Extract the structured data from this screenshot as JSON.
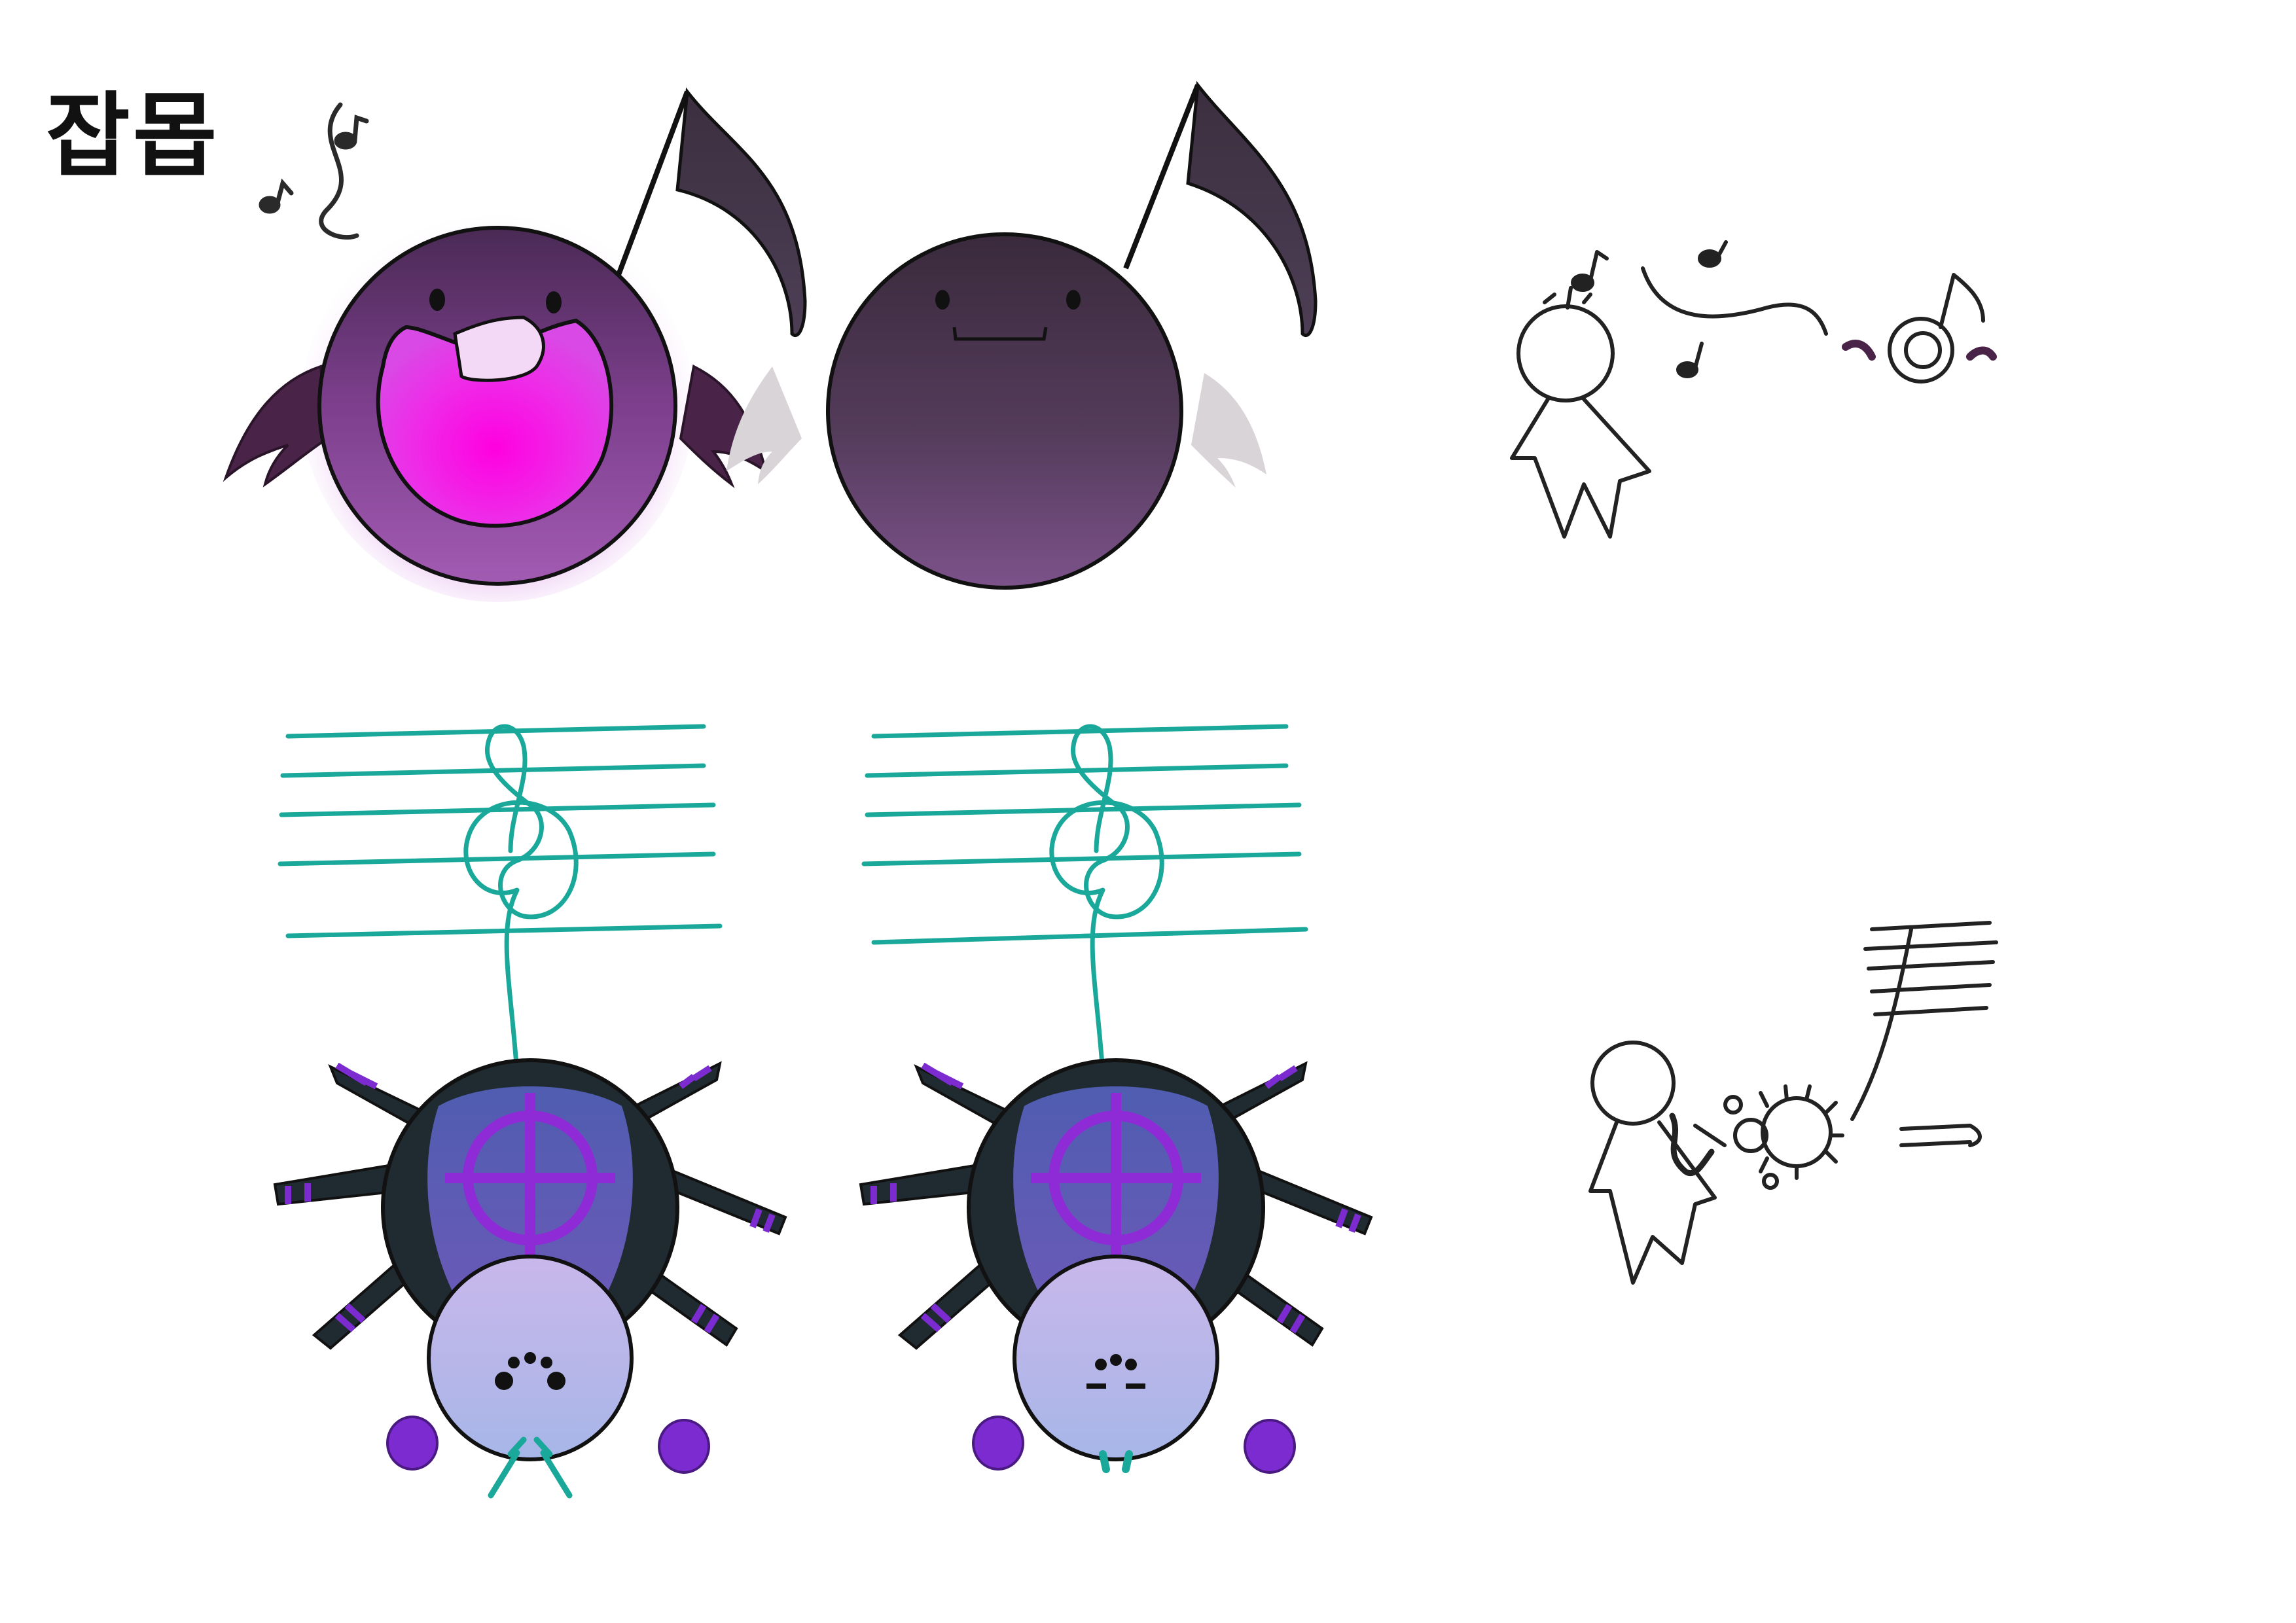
{
  "sheet": {
    "title": "잡몹",
    "background": "#ffffff"
  },
  "palette": {
    "note_body_dark": "#3d2d3e",
    "note_body_light": "#7a4f86",
    "glow_magenta": "#ff00e6",
    "wing_dark": "#4a2448",
    "wing_ghost": "#d9d4d8",
    "web_cyan": "#1aa89a",
    "spider_body_dark": "#1f2b31",
    "spider_abdomen_blue": "#5b68b6",
    "spider_mark_purple": "#8e2bd6",
    "spider_head_lavender": "#bdb0e6",
    "spider_feet_purple": "#7b2bd0",
    "sketch_ink": "#222222"
  },
  "figures": [
    {
      "id": "music-note-mob-attack",
      "icon": "singing-note-icon",
      "state": "mouth open, glowing"
    },
    {
      "id": "music-note-mob-idle",
      "icon": "idle-note-icon",
      "state": "mouth closed"
    },
    {
      "id": "note-attack-sketch",
      "icon": "sketch-icon"
    },
    {
      "id": "spider-mob-active",
      "icon": "spider-icon",
      "state": "fangs out"
    },
    {
      "id": "spider-mob-idle",
      "icon": "spider-icon",
      "state": "fangs retracted"
    },
    {
      "id": "spider-attack-sketch",
      "icon": "sketch-icon"
    }
  ]
}
